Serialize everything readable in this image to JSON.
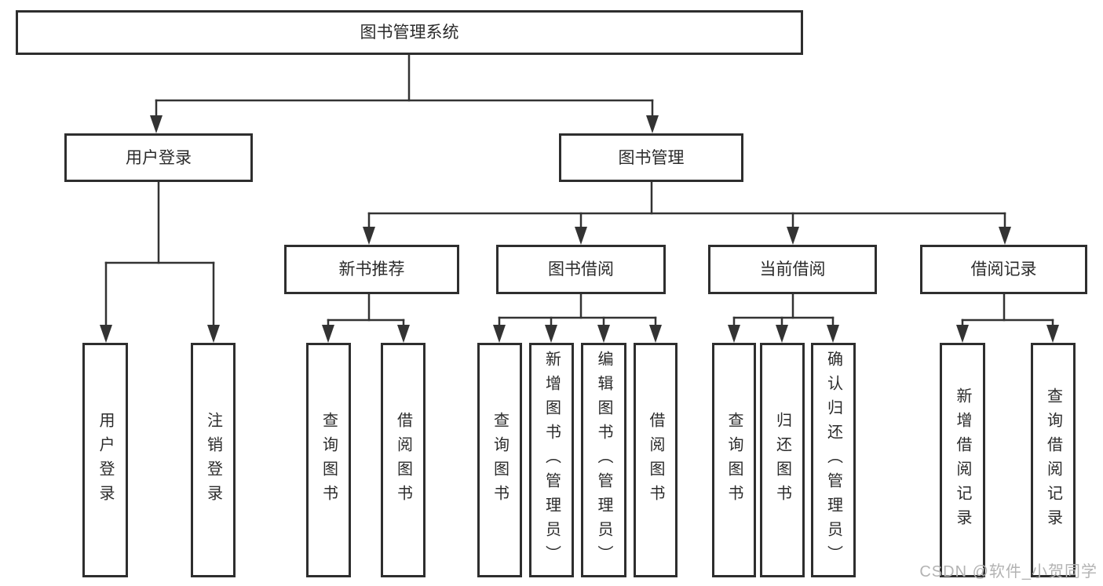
{
  "tree": {
    "label": "图书管理系统",
    "children": [
      {
        "label": "用户登录",
        "children": [
          {
            "label": "用户登录"
          },
          {
            "label": "注销登录"
          }
        ]
      },
      {
        "label": "图书管理",
        "children": [
          {
            "label": "新书推荐",
            "children": [
              {
                "label": "查询图书"
              },
              {
                "label": "借阅图书"
              }
            ]
          },
          {
            "label": "图书借阅",
            "children": [
              {
                "label": "查询图书"
              },
              {
                "label": "新增图书（管理员）"
              },
              {
                "label": "编辑图书（管理员）"
              },
              {
                "label": "借阅图书"
              }
            ]
          },
          {
            "label": "当前借阅",
            "children": [
              {
                "label": "查询图书"
              },
              {
                "label": "归还图书"
              },
              {
                "label": "确认归还（管理员）"
              }
            ]
          },
          {
            "label": "借阅记录",
            "children": [
              {
                "label": "新增借阅记录"
              },
              {
                "label": "查询借阅记录"
              }
            ]
          }
        ]
      }
    ]
  },
  "watermark": {
    "text": "CSDN @软件_小贺同学",
    "color": "#b3b3b3"
  },
  "colors": {
    "background": "#ffffff",
    "box_fill": "#ffffff",
    "box_border": "#2e2e2e",
    "line": "#333333",
    "text": "#2b2b2b"
  }
}
